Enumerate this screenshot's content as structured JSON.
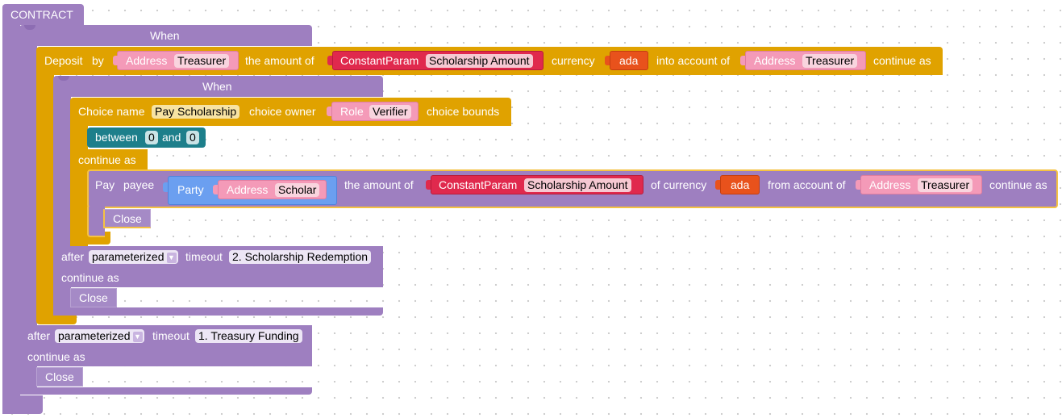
{
  "contract": {
    "label": "CONTRACT"
  },
  "outer_when": {
    "title": "When",
    "deposit": {
      "label": "Deposit",
      "by_label": "by",
      "party_type": "Address",
      "party_value": "Treasurer",
      "amount_label": "the amount of",
      "amount_type": "ConstantParam",
      "amount_value": "Scholarship Amount",
      "currency_label": "currency",
      "currency_value": "ada",
      "into_label": "into account of",
      "account_type": "Address",
      "account_value": "Treasurer",
      "continue_label": "continue as"
    },
    "timeout": {
      "after_label": "after",
      "mode": "parameterized",
      "timeout_label": "timeout",
      "timeout_value": "1. Treasury Funding",
      "continue_label": "continue as",
      "close_label": "Close"
    }
  },
  "inner_when": {
    "title": "When",
    "choice": {
      "name_label": "Choice name",
      "name_value": "Pay Scholarship",
      "owner_label": "choice owner",
      "owner_type": "Role",
      "owner_value": "Verifier",
      "bounds_label": "choice bounds",
      "between_label": "between",
      "bound_low": "0",
      "and_label": "and",
      "bound_high": "0",
      "continue_label": "continue as"
    },
    "pay": {
      "label": "Pay",
      "payee_label": "payee",
      "party_label": "Party",
      "payee_type": "Address",
      "payee_value": "Scholar",
      "amount_label": "the amount of",
      "amount_type": "ConstantParam",
      "amount_value": "Scholarship Amount",
      "currency_label": "of currency",
      "currency_value": "ada",
      "from_label": "from account of",
      "from_type": "Address",
      "from_value": "Treasurer",
      "continue_label": "continue as",
      "close_label": "Close"
    },
    "timeout": {
      "after_label": "after",
      "mode": "parameterized",
      "timeout_label": "timeout",
      "timeout_value": "2. Scholarship Redemption",
      "continue_label": "continue as",
      "close_label": "Close"
    }
  },
  "colors": {
    "contract_purple": "#9e7fc0",
    "deposit_orange": "#e0a200",
    "bound_teal": "#1d7f8b",
    "address_pink": "#f49ab8",
    "constant_red": "#e0294d",
    "token_orange": "#e8521c",
    "party_blue": "#6b9ff0"
  },
  "icons": [
    "dropdown-arrow-icon",
    "puzzle-connector-icon"
  ]
}
